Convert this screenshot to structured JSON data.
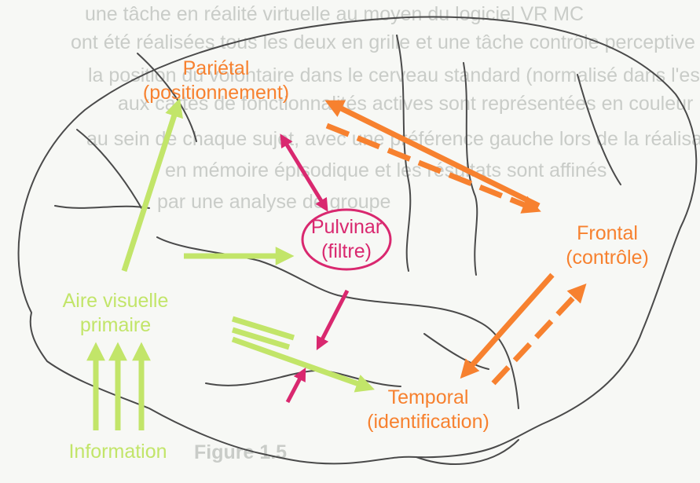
{
  "colors": {
    "orange": "#f7812f",
    "green": "#c2e569",
    "magenta": "#d9286f",
    "outline": "#4a4a4a",
    "ghost_text": "#c9ccc8"
  },
  "labels": {
    "parietal": {
      "line1": "Pariétal",
      "line2": "(positionnement)"
    },
    "frontal": {
      "line1": "Frontal",
      "line2": "(contrôle)"
    },
    "temporal": {
      "line1": "Temporal",
      "line2": "(identification)"
    },
    "pulvinar": {
      "line1": "Pulvinar",
      "line2": "(filtre)"
    },
    "visual": {
      "line1": "Aire visuelle",
      "line2": "primaire"
    },
    "information": "Information"
  },
  "background_text": {
    "lines": [
      "une tâche en réalité virtuelle au moyen du logiciel VR MC",
      "ont été réalisées tous les deux en grille et une tâche contrôle perceptive",
      "la position du volontaire dans le cerveau standard (normalisé dans l'espace",
      "aux cartes de fonctionnalités actives sont représentées en couleur",
      "au sein de chaque sujet, avec une préférence gauche lors de la réalisation",
      "en mémoire épisodique et les résultats sont affinés",
      "par une analyse de groupe"
    ],
    "caption": "Figure 1.5"
  }
}
